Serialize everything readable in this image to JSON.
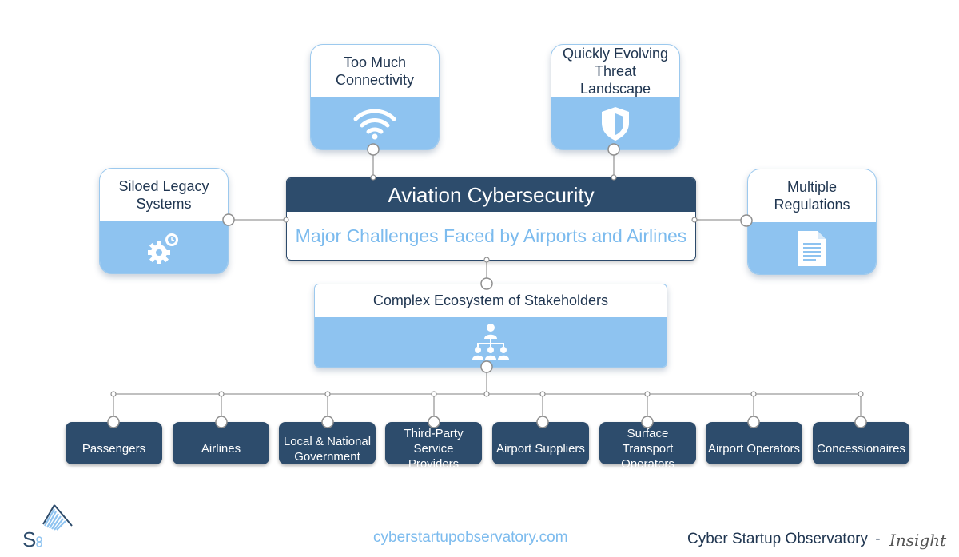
{
  "central": {
    "title": "Aviation Cybersecurity",
    "subtitle": "Major Challenges Faced by Airports and Airlines"
  },
  "challenges": [
    {
      "id": "connectivity",
      "label": "Too Much Connectivity",
      "icon": "wifi-icon"
    },
    {
      "id": "threat",
      "label": "Quickly Evolving Threat Landscape",
      "icon": "shield-icon"
    },
    {
      "id": "legacy",
      "label": "Siloed Legacy Systems",
      "icon": "gears-icon"
    },
    {
      "id": "regulations",
      "label": "Multiple Regulations",
      "icon": "document-icon"
    }
  ],
  "ecosystem": {
    "label": "Complex Ecosystem of Stakeholders",
    "icon": "org-chart-icon"
  },
  "stakeholders": [
    "Passengers",
    "Airlines",
    "Local & National Government",
    "Third-Party Service Providers",
    "Airport Suppliers",
    "Surface Transport Operators",
    "Airport Operators",
    "Concessionaires"
  ],
  "footer": {
    "url": "cyberstartupobservatory.com",
    "brand": "Cyber Startup Observatory",
    "separator": "-",
    "tag": "Insight"
  },
  "logo": {
    "text": "S",
    "icon": "observatory-logo-icon"
  },
  "colors": {
    "navy": "#2d4c6c",
    "light_blue": "#8ec3f0",
    "accent_text": "#7cbbee",
    "dark_text": "#1f3550"
  }
}
